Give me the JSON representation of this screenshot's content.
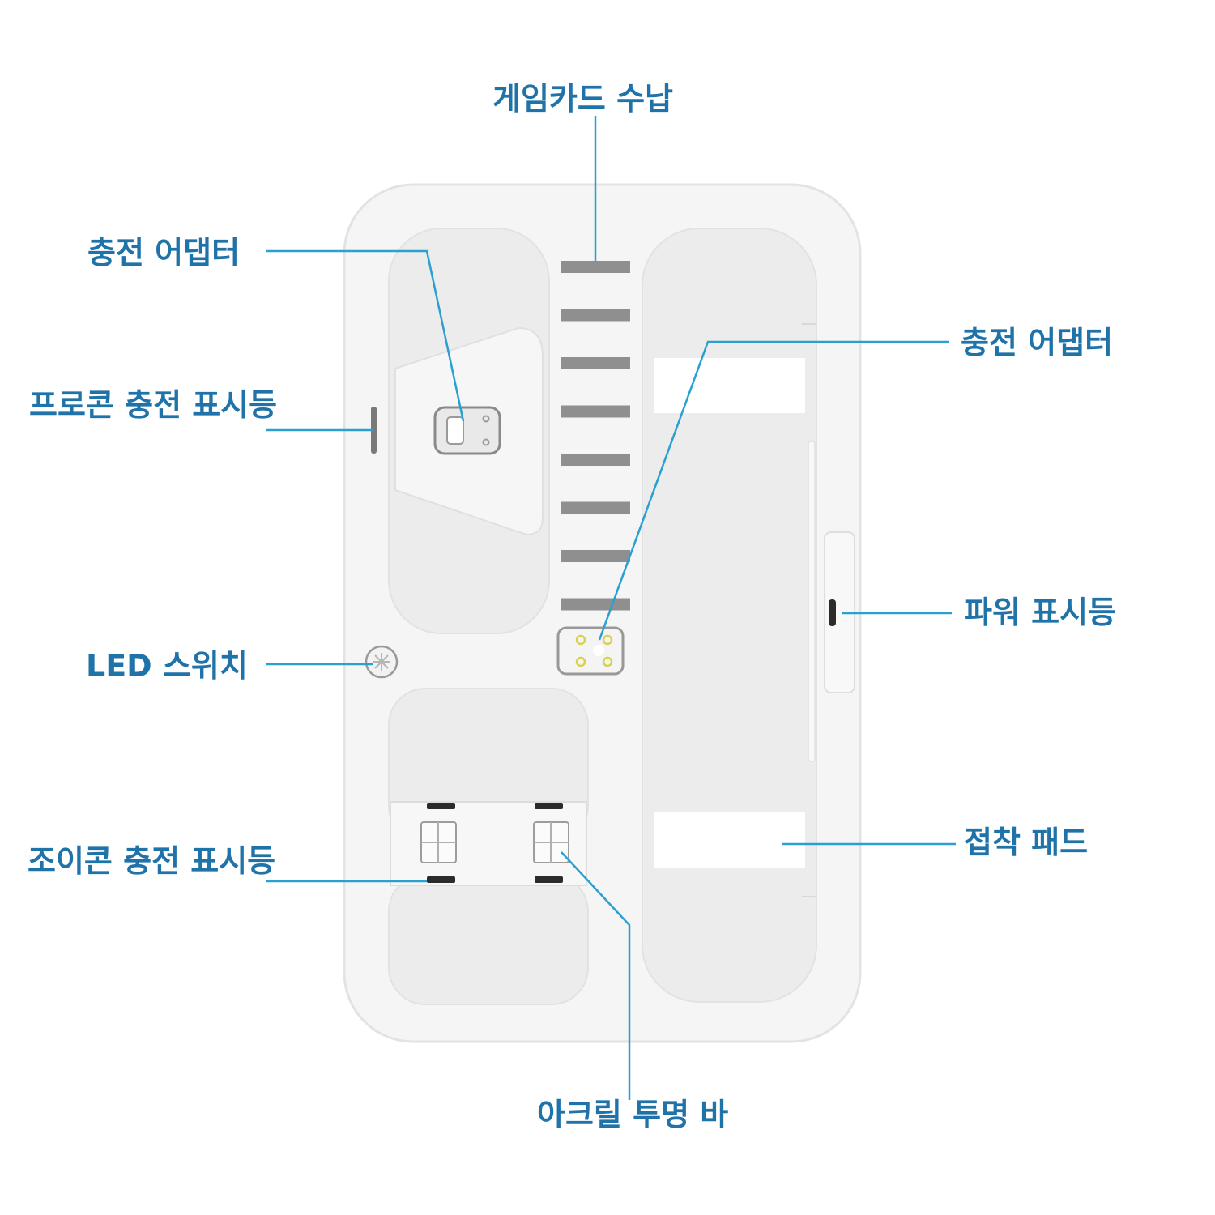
{
  "colors": {
    "accent": "#1f73a8",
    "leader": "#2a9fd0",
    "case_fill": "#f5f5f5",
    "case_stroke": "#e3e3e3",
    "well_fill": "#ebebeb",
    "slot_fill": "#8f8f8f",
    "pad_fill": "#ffffff",
    "background": "#ffffff"
  },
  "callouts": {
    "top": "게임카드 수납",
    "left_adapter": "충전 어댑터",
    "procon_indicator": "프로콘 충전 표시등",
    "led_switch": "LED 스위치",
    "joycon_indicator": "조이콘 충전 표시등",
    "right_adapter": "충전 어댑터",
    "power_indicator": "파워 표시등",
    "adhesive_pad": "접착 패드",
    "acrylic_bar": "아크릴 투명 바"
  },
  "device": {
    "game_card_slot_count": 8
  }
}
